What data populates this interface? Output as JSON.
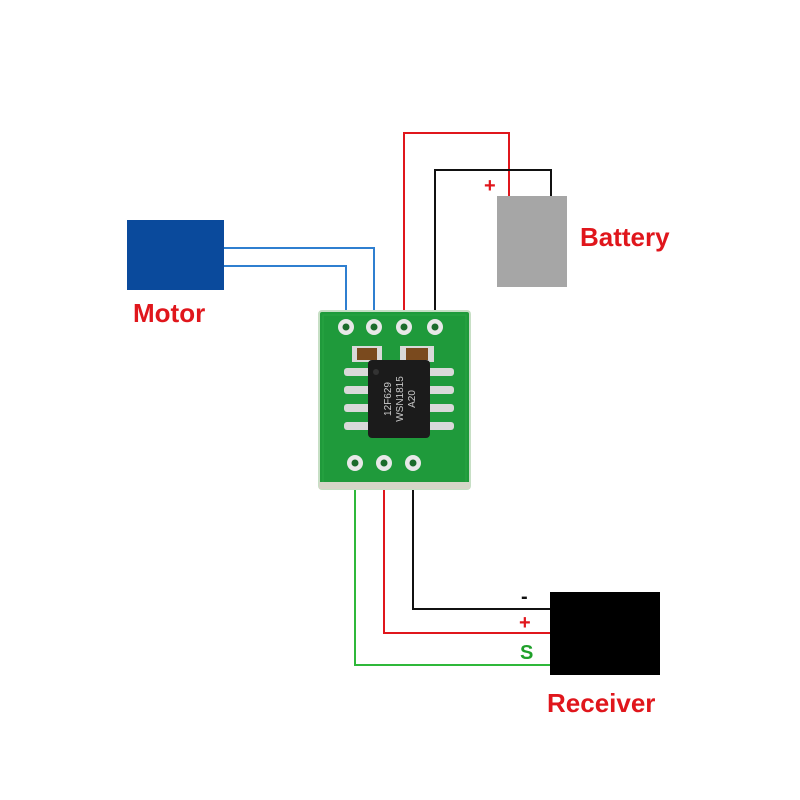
{
  "labels": {
    "motor": "Motor",
    "battery": "Battery",
    "receiver": "Receiver",
    "battery_plus": "+",
    "receiver_minus": "-",
    "receiver_plus": "+",
    "receiver_signal": "S"
  },
  "chip": {
    "line1": "12F629",
    "line2": "WSN1815",
    "line3": "A20"
  },
  "colors": {
    "motor_box": "#0a4a9c",
    "battery_box": "#a6a6a6",
    "receiver_box": "#000000",
    "label_red": "#e0161c",
    "label_green": "#1fa02a",
    "wire_blue": "#2f7fd0",
    "wire_red": "#e0161c",
    "wire_black": "#111111",
    "wire_green": "#2fb83a",
    "pcb": "#1f9a3b",
    "chip": "#1b1b1b"
  }
}
